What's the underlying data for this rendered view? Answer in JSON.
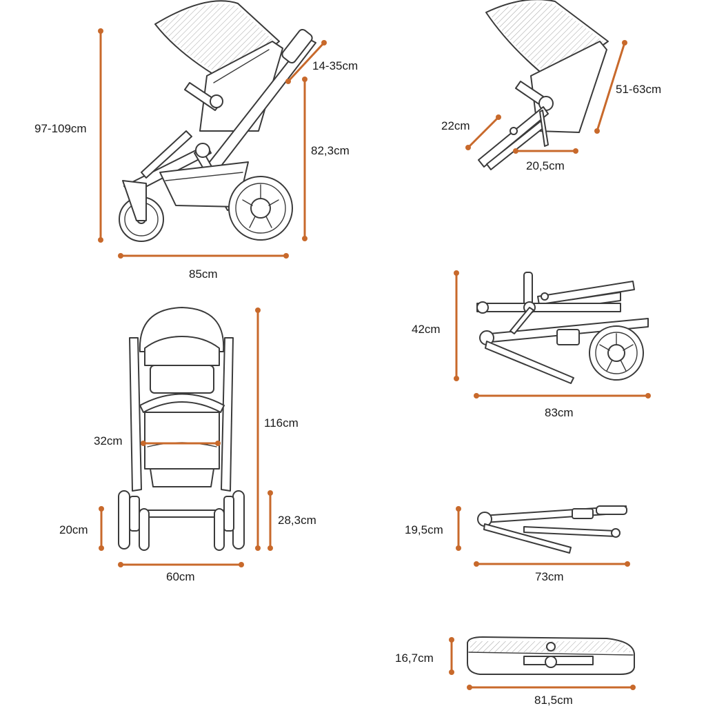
{
  "views": {
    "side": {
      "total_height": "97-109cm",
      "handle_adjust": "14-35cm",
      "handle_height": "82,3cm",
      "length": "85cm"
    },
    "seat": {
      "footrest": "22cm",
      "backrest": "51-63cm",
      "seat_depth": "20,5cm"
    },
    "front": {
      "seat_width": "32cm",
      "height": "116cm",
      "front_wheel": "20cm",
      "rear_wheel": "28,3cm",
      "width": "60cm"
    },
    "folded": {
      "height": "42cm",
      "length": "83cm"
    },
    "frame_folded": {
      "height": "19,5cm",
      "length": "73cm"
    },
    "seat_folded": {
      "height": "16,7cm",
      "length": "81,5cm"
    }
  },
  "colors": {
    "dimension": "#c8692b",
    "sketch": "#3a3a3a"
  }
}
